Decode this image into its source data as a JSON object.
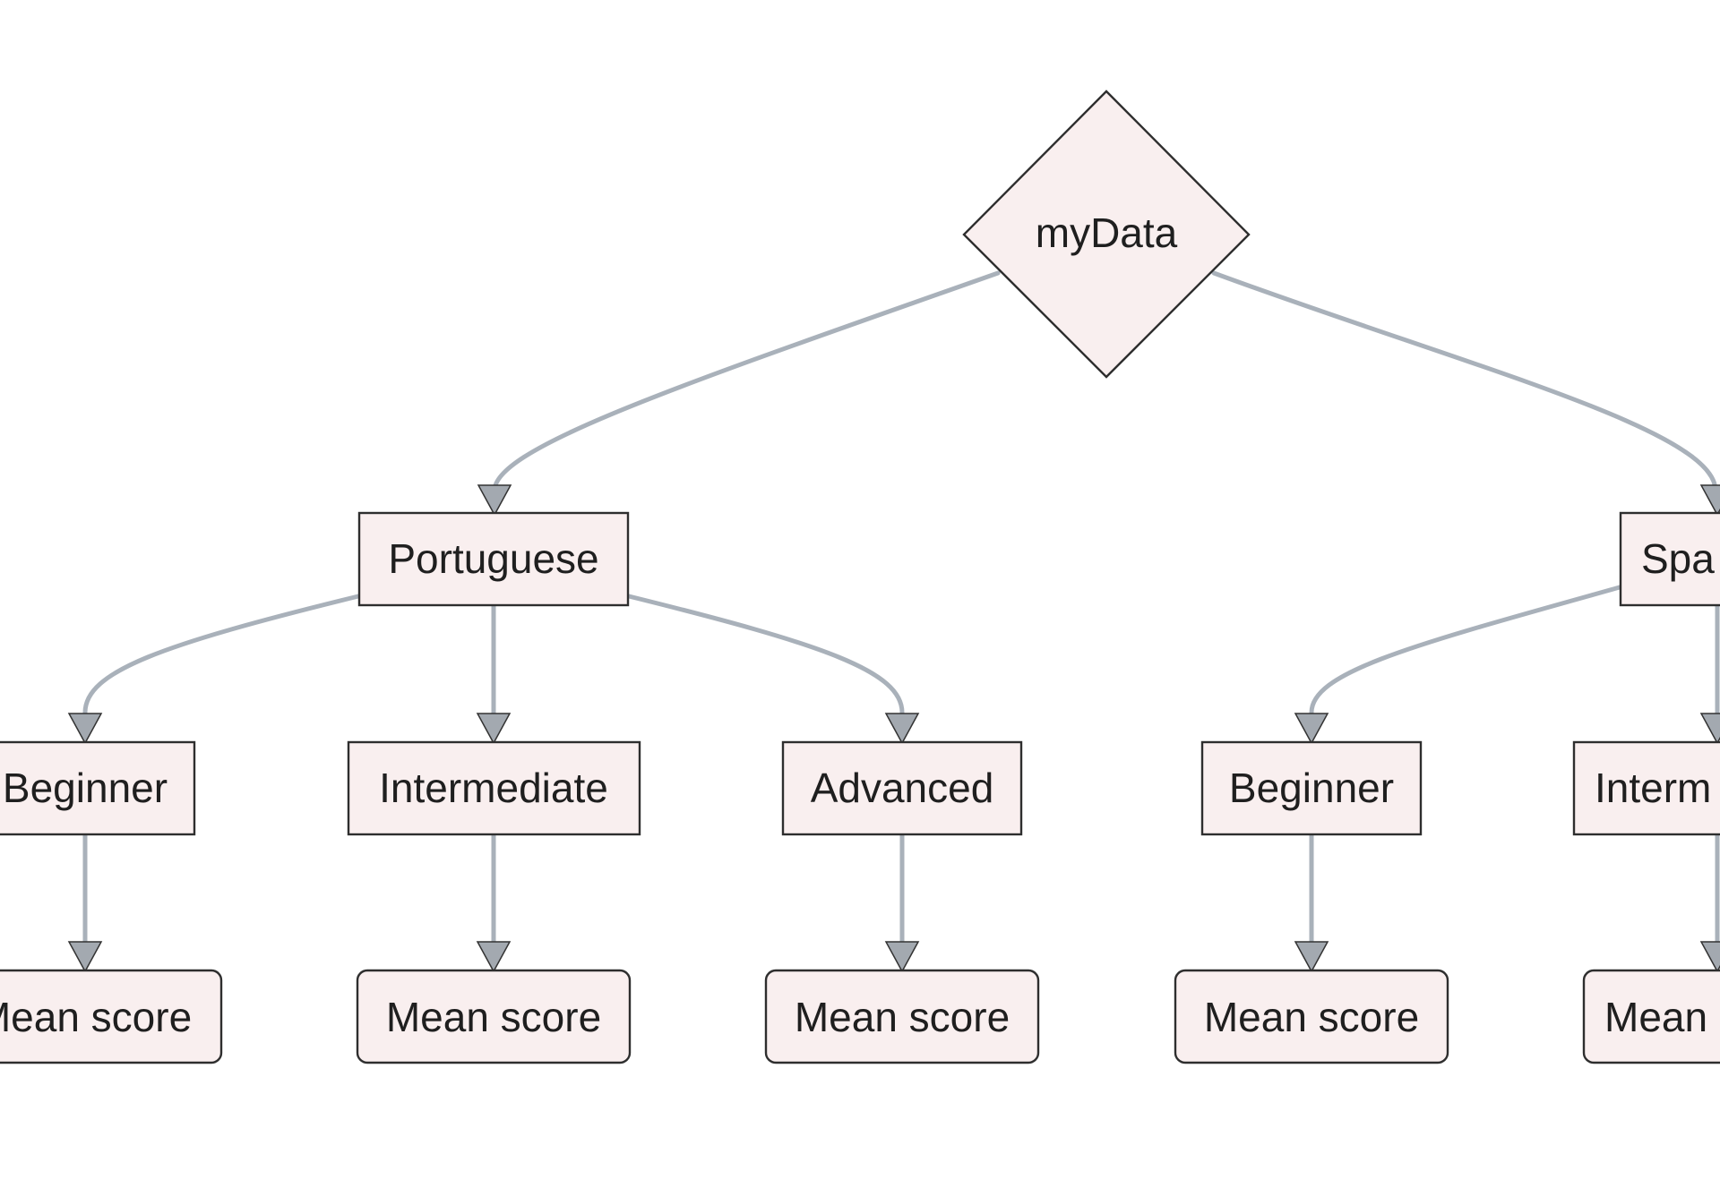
{
  "diagram": {
    "root": {
      "label": "myData"
    },
    "languages": [
      {
        "label": "Portuguese",
        "levels": [
          {
            "label": "Beginner",
            "child": "Mean score"
          },
          {
            "label": "Intermediate",
            "child": "Mean score"
          },
          {
            "label": "Advanced",
            "child": "Mean score"
          }
        ]
      },
      {
        "label": "Spa",
        "levels": [
          {
            "label": "Beginner",
            "child": "Mean score"
          },
          {
            "label": "Interm",
            "child": "Mean"
          }
        ]
      }
    ],
    "colors": {
      "node_fill": "#f9efef",
      "node_stroke": "#2e2e2e",
      "edge": "#a9b1ba",
      "arrow": "#a3a9b0"
    }
  }
}
